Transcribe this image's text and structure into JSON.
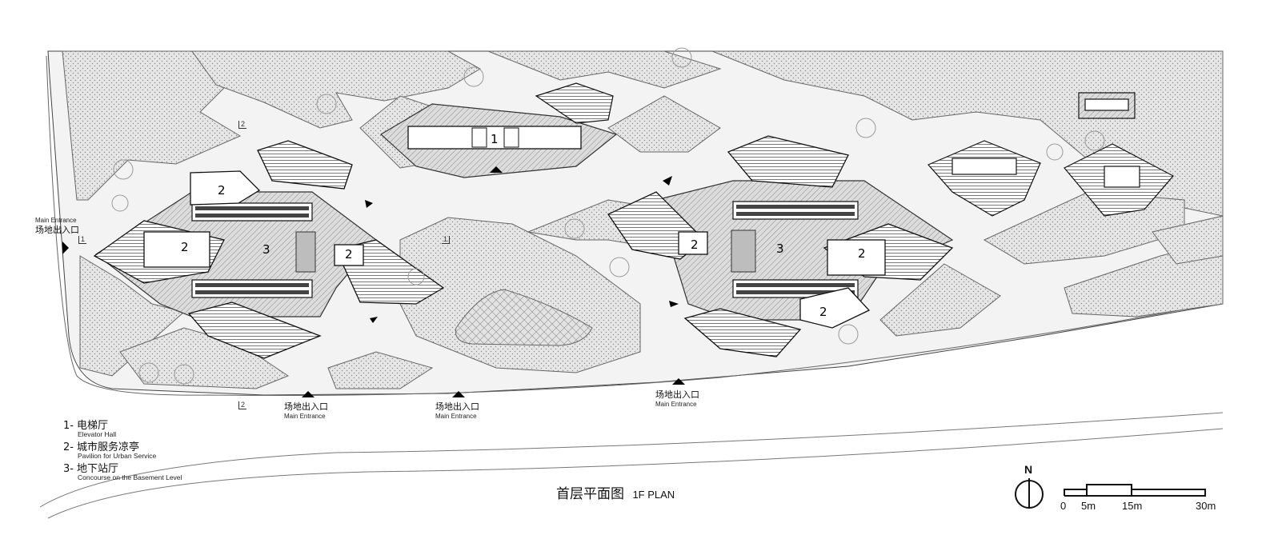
{
  "entrances": {
    "main_cn": "场地出入口",
    "main_en": "Main  Entrance"
  },
  "section_marks": {
    "s1": "1",
    "s2": "2"
  },
  "room_numbers": {
    "elevator": "1",
    "pavilion": "2",
    "concourse": "3"
  },
  "legend": [
    {
      "key": "1-",
      "cn": "电梯厅",
      "en": "Elevator Hall"
    },
    {
      "key": "2-",
      "cn": "城市服务凉亭",
      "en": "Pavilion for Urban Service"
    },
    {
      "key": "3-",
      "cn": "地下站厅",
      "en": "Concourse on the Basement Level"
    }
  ],
  "title": {
    "cn": "首层平面图",
    "en": "1F  PLAN"
  },
  "north": "N",
  "scale": {
    "labels": [
      "0",
      "5m",
      "15m",
      "30m"
    ]
  },
  "colors": {
    "ink": "#111111",
    "paving": "#f2f2f2",
    "planting": "#e4e4e4",
    "hatch": "#bcbcbc"
  }
}
